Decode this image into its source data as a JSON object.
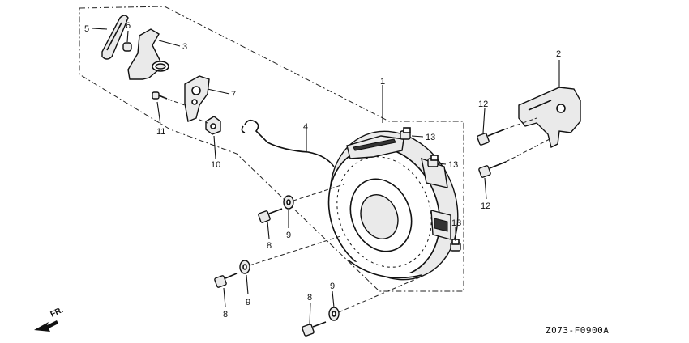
{
  "diagram": {
    "code": "Z073-F0900A",
    "direction_label": "FR.",
    "callouts": {
      "c1": "1",
      "c2": "2",
      "c3": "3",
      "c4": "4",
      "c5": "5",
      "c6": "6",
      "c7": "7",
      "c8a": "8",
      "c8b": "8",
      "c8c": "8",
      "c9a": "9",
      "c9b": "9",
      "c9c": "9",
      "c10": "10",
      "c11": "11",
      "c12a": "12",
      "c12b": "12",
      "c13a": "13",
      "c13b": "13",
      "c13c": "13"
    }
  }
}
